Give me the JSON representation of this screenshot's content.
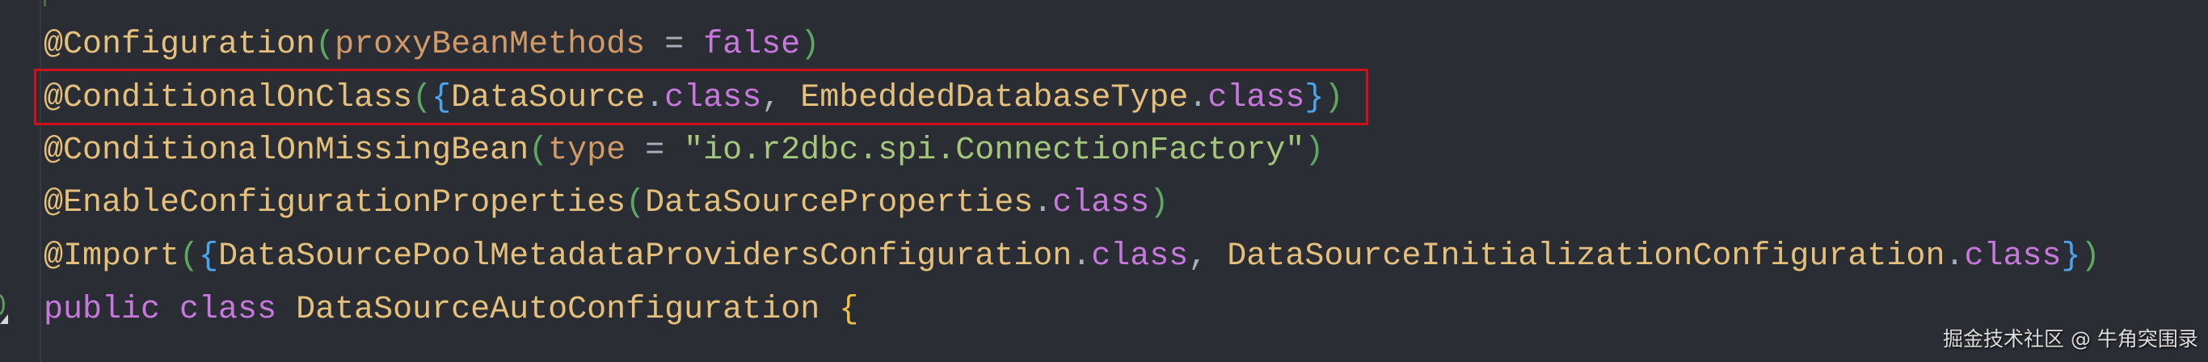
{
  "editor": {
    "theme": {
      "background": "#2b2d34",
      "annotation": "#e5c07b",
      "parameter": "#d19a66",
      "keyword": "#c678dd",
      "paren": "#5fa862",
      "brace": "#4aa5f0",
      "string": "#a5c77c",
      "operator": "#a9b0bb",
      "highlight_border": "#d0101a"
    },
    "lines": [
      {
        "text": "@Configuration(proxyBeanMethods = false)",
        "tokens": [
          {
            "t": "@Configuration",
            "k": "ann"
          },
          {
            "t": "(",
            "k": "paren"
          },
          {
            "t": "proxyBeanMethods",
            "k": "param"
          },
          {
            "t": " = ",
            "k": "op"
          },
          {
            "t": "false",
            "k": "kw"
          },
          {
            "t": ")",
            "k": "paren"
          }
        ]
      },
      {
        "text": "@ConditionalOnClass({DataSource.class, EmbeddedDatabaseType.class})",
        "highlighted": true,
        "tokens": [
          {
            "t": "@ConditionalOnClass",
            "k": "ann"
          },
          {
            "t": "(",
            "k": "paren"
          },
          {
            "t": "{",
            "k": "brace"
          },
          {
            "t": "DataSource",
            "k": "class"
          },
          {
            "t": ".",
            "k": "punct"
          },
          {
            "t": "class",
            "k": "kw"
          },
          {
            "t": ", ",
            "k": "punct"
          },
          {
            "t": "EmbeddedDatabaseType",
            "k": "class"
          },
          {
            "t": ".",
            "k": "punct"
          },
          {
            "t": "class",
            "k": "kw"
          },
          {
            "t": "}",
            "k": "brace"
          },
          {
            "t": ")",
            "k": "paren"
          }
        ]
      },
      {
        "text": "@ConditionalOnMissingBean(type = \"io.r2dbc.spi.ConnectionFactory\")",
        "tokens": [
          {
            "t": "@ConditionalOnMissingBean",
            "k": "ann"
          },
          {
            "t": "(",
            "k": "paren"
          },
          {
            "t": "type",
            "k": "param"
          },
          {
            "t": " = ",
            "k": "op"
          },
          {
            "t": "\"io.r2dbc.spi.ConnectionFactory\"",
            "k": "str"
          },
          {
            "t": ")",
            "k": "paren"
          }
        ]
      },
      {
        "text": "@EnableConfigurationProperties(DataSourceProperties.class)",
        "tokens": [
          {
            "t": "@EnableConfigurationProperties",
            "k": "ann"
          },
          {
            "t": "(",
            "k": "paren"
          },
          {
            "t": "DataSourceProperties",
            "k": "class"
          },
          {
            "t": ".",
            "k": "punct"
          },
          {
            "t": "class",
            "k": "kw"
          },
          {
            "t": ")",
            "k": "paren"
          }
        ]
      },
      {
        "text": "@Import({DataSourcePoolMetadataProvidersConfiguration.class, DataSourceInitializationConfiguration.class})",
        "tokens": [
          {
            "t": "@Import",
            "k": "ann"
          },
          {
            "t": "(",
            "k": "paren"
          },
          {
            "t": "{",
            "k": "brace"
          },
          {
            "t": "DataSourcePoolMetadataProvidersConfiguration",
            "k": "class"
          },
          {
            "t": ".",
            "k": "punct"
          },
          {
            "t": "class",
            "k": "kw"
          },
          {
            "t": ", ",
            "k": "punct"
          },
          {
            "t": "DataSourceInitializationConfiguration",
            "k": "class"
          },
          {
            "t": ".",
            "k": "punct"
          },
          {
            "t": "class",
            "k": "kw"
          },
          {
            "t": "}",
            "k": "brace"
          },
          {
            "t": ")",
            "k": "paren"
          }
        ]
      },
      {
        "text": "public class DataSourceAutoConfiguration {",
        "gutter_icon": "run-gutter-icon",
        "tokens": [
          {
            "t": "public",
            "k": "kw"
          },
          {
            "t": " ",
            "k": "op"
          },
          {
            "t": "class",
            "k": "kw"
          },
          {
            "t": " ",
            "k": "op"
          },
          {
            "t": "DataSourceAutoConfiguration",
            "k": "class"
          },
          {
            "t": " ",
            "k": "op"
          },
          {
            "t": "{",
            "k": "gold"
          }
        ]
      }
    ]
  },
  "watermark": {
    "text": "掘金技术社区 @ 牛角突围录"
  }
}
